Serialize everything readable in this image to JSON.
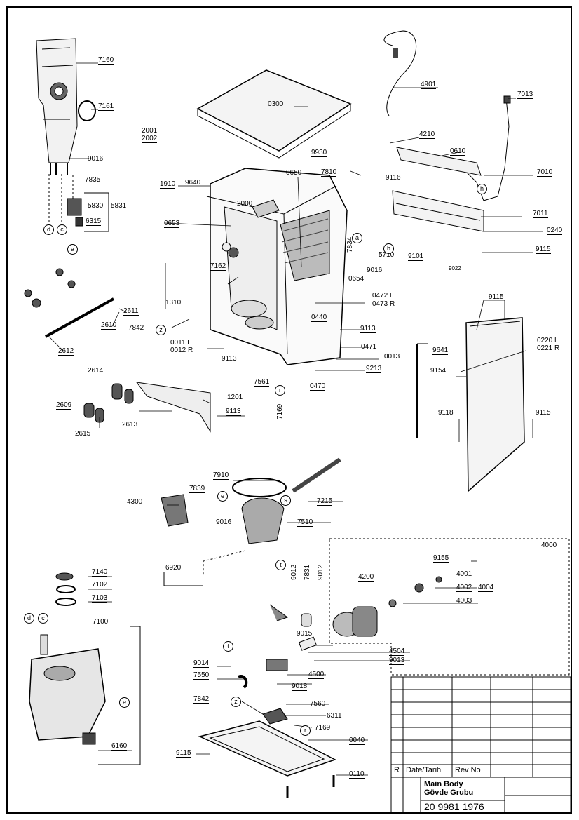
{
  "parts": {
    "p7160": "7160",
    "p7161": "7161",
    "p9016a": "9016",
    "p7835": "7835",
    "p5830": "5830",
    "p5831": "5831",
    "p6315": "6315",
    "p2001": "2001",
    "p2002": "2002",
    "p1910": "1910",
    "p9640": "9640",
    "p0653": "0653",
    "p2000": "2000",
    "p0650": "0650",
    "p0300": "0300",
    "p4901": "4901",
    "p7013": "7013",
    "p4210": "4210",
    "p9930": "9930",
    "p0610": "0610",
    "p7810": "7810",
    "p9116": "9116",
    "p7010": "7010",
    "p7011": "7011",
    "p0240": "0240",
    "p5710": "5710",
    "p9016b": "9016",
    "p9101": "9101",
    "p9022": "9022",
    "p9115a": "9115",
    "p7834": "7834",
    "p0654": "0654",
    "p7162": "7162",
    "p1310": "1310",
    "p2611": "2611",
    "p0472": "0472 L",
    "p0473": "0473 R",
    "p0440": "0440",
    "p9113a": "9113",
    "p2610": "2610",
    "p7842a": "7842",
    "p0011": "0011 L",
    "p0012": "0012 R",
    "p9113b": "9113",
    "p0471": "0471",
    "p0013": "0013",
    "p9213": "9213",
    "p2612": "2612",
    "p0470": "0470",
    "p7561": "7561",
    "p7169a": "7169",
    "p9115b": "9115",
    "p0220": "0220 L",
    "p0221": "0221 R",
    "p9641": "9641",
    "p9154": "9154",
    "p2614": "2614",
    "p1201": "1201",
    "p2609": "2609",
    "p9113c": "9113",
    "p2613": "2613",
    "p2615": "2615",
    "p9118": "9118",
    "p9115c": "9115",
    "p7910": "7910",
    "p7839": "7839",
    "p4300": "4300",
    "p7215": "7215",
    "p9016c": "9016",
    "p7510": "7510",
    "p4000": "4000",
    "p9155": "9155",
    "p6920": "6920",
    "p9012a": "9012",
    "p7831": "7831",
    "p9012b": "9012",
    "p4200": "4200",
    "p4001": "4001",
    "p4002": "4002",
    "p4004": "4004",
    "p4003": "4003",
    "p7140": "7140",
    "p7102": "7102",
    "p7103": "7103",
    "p7100": "7100",
    "p9015": "9015",
    "p4504": "4504",
    "p9014": "9014",
    "p9013": "9013",
    "p7550": "7550",
    "p4500": "4500",
    "p9018": "9018",
    "p7842b": "7842",
    "p7560": "7560",
    "p6311": "6311",
    "p7169b": "7169",
    "p6160": "6160",
    "p0040": "0040",
    "p9115d": "9115",
    "p0110": "0110"
  },
  "callouts": {
    "a": "a",
    "c": "c",
    "d": "d",
    "e": "e",
    "h": "h",
    "r": "r",
    "s": "s",
    "t": "t",
    "z": "z"
  },
  "title_block": {
    "rev_marker": "R",
    "date_label": "Date/Tarih",
    "rev_label": "Rev No",
    "title_en": "Main Body",
    "title_tr": "Gövde Grubu",
    "doc_number": "20 9981 1976"
  }
}
